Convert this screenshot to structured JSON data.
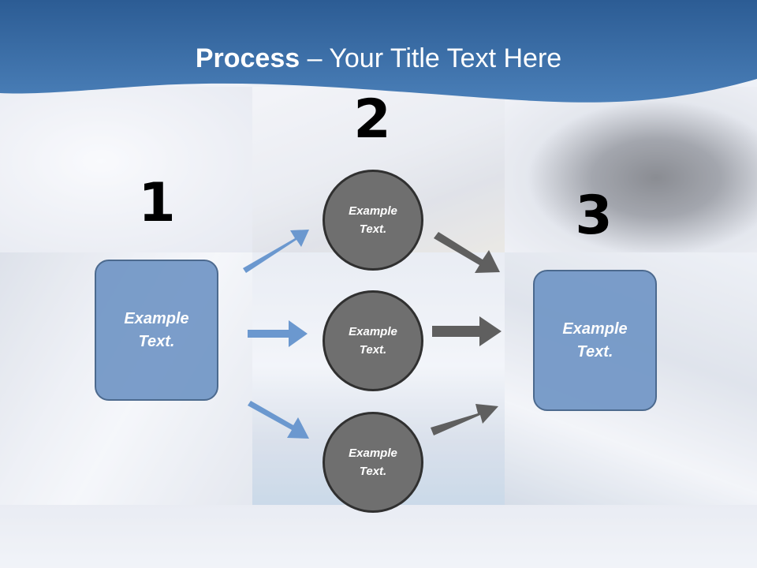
{
  "title": {
    "bold": "Process",
    "rest": " – Your Title Text Here"
  },
  "steps": {
    "one": "1",
    "two": "2",
    "three": "3"
  },
  "nodes": {
    "left_box": [
      "Example",
      "Text."
    ],
    "circle_top": [
      "Example",
      "Text."
    ],
    "circle_middle": [
      "Example",
      "Text."
    ],
    "circle_bottom": [
      "Example",
      "Text."
    ],
    "right_box": [
      "Example",
      "Text."
    ]
  },
  "colors": {
    "header": "#3b6da5",
    "box": "#7196c6",
    "circle": "#6f6f6f",
    "blue_arrow": "#6b98cf",
    "gray_arrow": "#5f5f5f"
  }
}
